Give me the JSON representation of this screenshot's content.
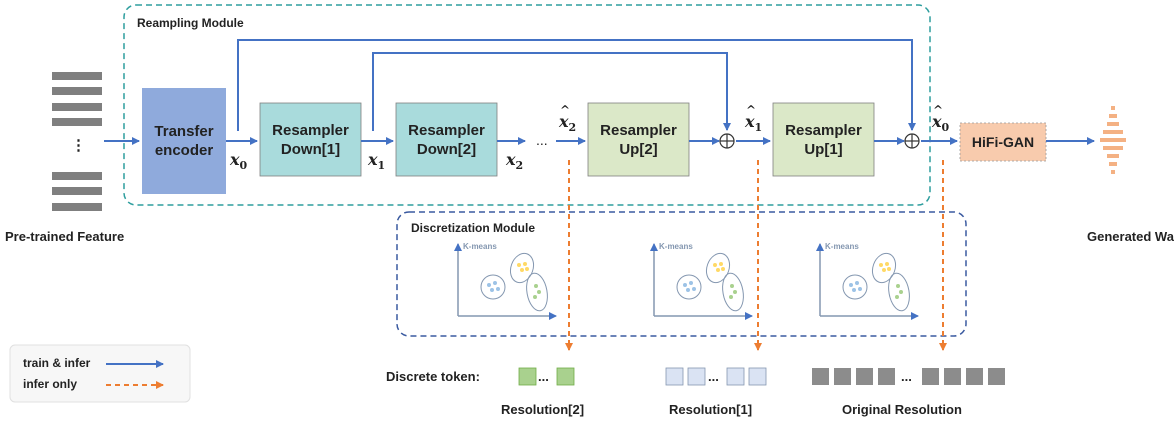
{
  "modules": {
    "resampling_title": "Reampling Module",
    "discretization_title": "Discretization Module"
  },
  "input": {
    "label": "Pre-trained Feature",
    "ellipsis": "⋮"
  },
  "blocks": {
    "transfer_encoder": [
      "Transfer",
      "encoder"
    ],
    "down1": [
      "Resampler",
      "Down[1]"
    ],
    "down2": [
      "Resampler",
      "Down[2]"
    ],
    "up2": [
      "Resampler",
      "Up[2]"
    ],
    "up1": [
      "Resampler",
      "Up[1]"
    ],
    "hifigan": "HiFi-GAN"
  },
  "variables": {
    "x0": {
      "base": "x",
      "sub": "0"
    },
    "x1": {
      "base": "x",
      "sub": "1"
    },
    "x2": {
      "base": "x",
      "sub": "2"
    },
    "x2hat": {
      "base": "x",
      "sub": "2"
    },
    "x1hat": {
      "base": "x",
      "sub": "1"
    },
    "x0hat": {
      "base": "x",
      "sub": "0"
    },
    "ellipsis": "..."
  },
  "output": {
    "label": "Generated Wav"
  },
  "kmeans": {
    "label": "K-means"
  },
  "tokens": {
    "label": "Discrete token:",
    "ellipsis": "...",
    "resolutions": [
      "Resolution[2]",
      "Resolution[1]",
      "Original Resolution"
    ]
  },
  "legend": {
    "train_infer": "train & infer",
    "infer_only": "infer only"
  },
  "colors": {
    "blue_arrow": "#4472c4",
    "orange_arrow": "#ed7d31",
    "teal_border": "#2e9e9e",
    "navy_border": "#3a5aa0",
    "encoder": "#8faadc",
    "down": "#a9dbdc",
    "up": "#dbe8c8",
    "hifigan": "#f8cbad",
    "feature_bar": "#7f7f7f",
    "token_green": "#a9d18e",
    "token_blue": "#dae3f3",
    "token_gray": "#8c8c8c"
  }
}
